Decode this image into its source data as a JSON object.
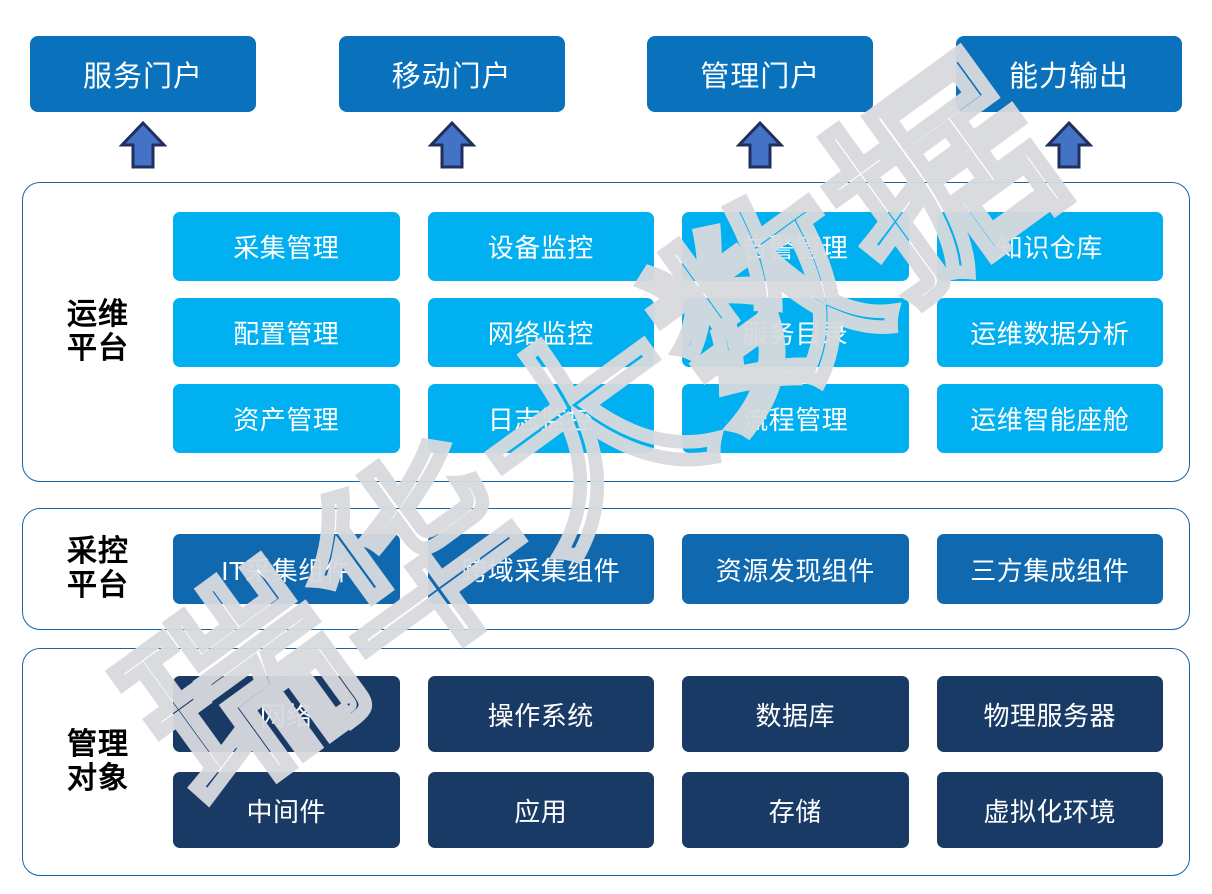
{
  "colors": {
    "portal_blue": "#0A72BD",
    "cyan": "#00B0F0",
    "blue": "#1068AF",
    "navy": "#183A65",
    "panel_border": "#1565A8",
    "arrow_fill": "#4472C4",
    "arrow_stroke": "#1F2F5E",
    "watermark": "#d8dade",
    "label_text": "#000000",
    "cell_text": "#ffffff"
  },
  "watermark": {
    "text": "瑞华大数据"
  },
  "portals": [
    {
      "label": "服务门户"
    },
    {
      "label": "移动门户"
    },
    {
      "label": "管理门户"
    },
    {
      "label": "能力输出"
    }
  ],
  "arrows": [
    {
      "name": "arrow-up-service-portal"
    },
    {
      "name": "arrow-up-mobile-portal"
    },
    {
      "name": "arrow-up-management-portal"
    },
    {
      "name": "arrow-up-capability-output"
    }
  ],
  "sections": [
    {
      "id": "ops",
      "label": "运维\n平台",
      "style": "cyan",
      "rows": [
        [
          "采集管理",
          "设备监控",
          "告警管理",
          "知识仓库"
        ],
        [
          "配置管理",
          "网络监控",
          "服务目录",
          "运维数据分析"
        ],
        [
          "资产管理",
          "日志监控",
          "流程管理",
          "运维智能座舱"
        ]
      ]
    },
    {
      "id": "collect",
      "label": "采控\n平台",
      "style": "blue",
      "rows": [
        [
          "IT采集组件",
          "跨域采集组件",
          "资源发现组件",
          "三方集成组件"
        ]
      ]
    },
    {
      "id": "objects",
      "label": "管理\n对象",
      "style": "navy",
      "rows": [
        [
          "网络",
          "操作系统",
          "数据库",
          "物理服务器"
        ],
        [
          "中间件",
          "应用",
          "存储",
          "虚拟化环境"
        ]
      ]
    }
  ]
}
